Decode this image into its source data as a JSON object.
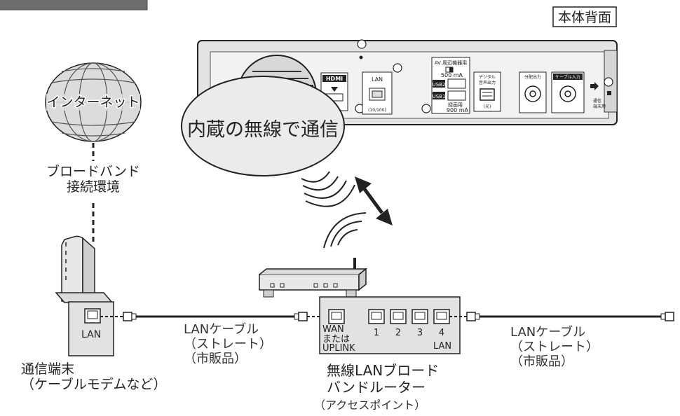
{
  "rear_panel": {
    "title": "本体背面",
    "hdmi": "HDMI",
    "lan": "LAN",
    "lan_speed": "(10/100)",
    "av_label": "AV 周辺機器用",
    "usb_current_top": "500 mA",
    "usb2": "USB2",
    "usb1": "USB1",
    "hdd_label": "録画用",
    "usb_current_bottom": "900 mA",
    "digital_audio": "デジタル\n音声出力",
    "optical_label": "(光)",
    "distribution_out": "分配出力",
    "cable_in": "ケーブル入力",
    "service_label": "通信\n端末用"
  },
  "bubble": {
    "text": "内蔵の無線で通信"
  },
  "internet": {
    "label": "インターネット"
  },
  "broadband": {
    "label": "ブロードバンド\n接続環境"
  },
  "modem": {
    "port_label": "LAN",
    "caption": "通信端末\n（ケーブルモデムなど）"
  },
  "cable_left": {
    "label": "LANケーブル\n（ストレート）\n（市販品）"
  },
  "router": {
    "wan_label": "WAN\nまたは\nUPLINK",
    "port_numbers": [
      "1",
      "2",
      "3",
      "4"
    ],
    "lan_label": "LAN",
    "caption_main": "無線LANブロード\nバンドルーター",
    "caption_sub": "（アクセスポイント）"
  },
  "cable_right": {
    "label": "LANケーブル\n（ストレート）\n（市販品）"
  }
}
